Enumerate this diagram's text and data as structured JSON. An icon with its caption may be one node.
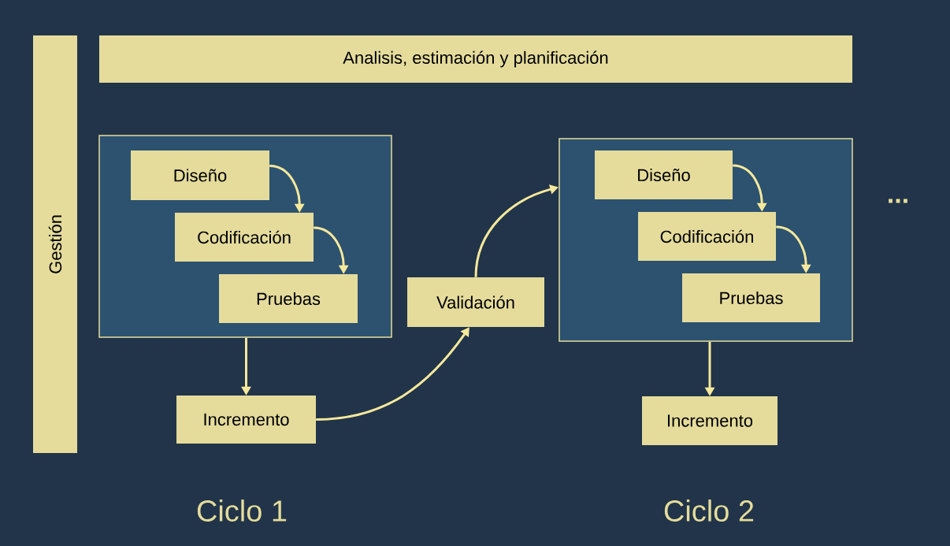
{
  "diagram": {
    "nodes": [
      {
        "text": [
          "Gestión"
        ]
      },
      {
        "text": [
          "Analisis, estimación y planificación"
        ]
      },
      {
        "text": [],
        "shape": "box"
      },
      {
        "text": [
          "Diseño"
        ],
        "in": 2
      },
      {
        "text": [
          "Codificación"
        ],
        "in": 2
      },
      {
        "text": [
          "Pruebas"
        ],
        "in": 2
      },
      {
        "text": [
          "Incremento"
        ]
      },
      {
        "text": [
          "Validación"
        ]
      },
      {
        "text": [],
        "shape": "box"
      },
      {
        "text": [
          "Diseño"
        ],
        "in": 8
      },
      {
        "text": [
          "Codificación"
        ],
        "in": 8
      },
      {
        "text": [
          "Pruebas"
        ],
        "in": 8
      },
      {
        "text": [
          "Incremento"
        ]
      }
    ],
    "edges": [
      {
        "from": 3,
        "to": 4,
        "arrow": "to"
      },
      {
        "from": 4,
        "to": 5,
        "arrow": "to"
      },
      {
        "from": 2,
        "to": 6,
        "arrow": "to"
      },
      {
        "from": 6,
        "to": 7,
        "arrow": "to"
      },
      {
        "from": 7,
        "to": 8,
        "arrow": "to"
      },
      {
        "from": 9,
        "to": 10,
        "arrow": "to"
      },
      {
        "from": 10,
        "to": 11,
        "arrow": "to"
      },
      {
        "from": 8,
        "to": 12,
        "arrow": "to"
      }
    ],
    "labels": [
      "...",
      "Ciclo 1",
      "Ciclo 2"
    ]
  }
}
